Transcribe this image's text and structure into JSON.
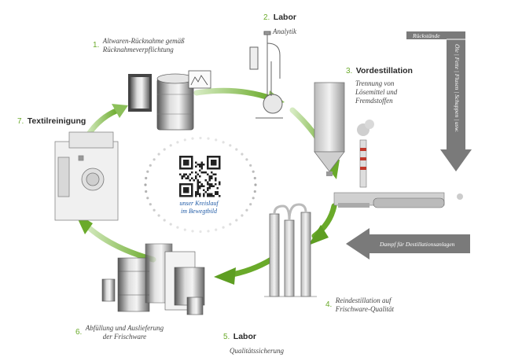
{
  "steps": [
    {
      "number": "1.",
      "title": "",
      "subtitle": "Altwaren-Rücknahme gemäß\nRücknahmeverpflichtung"
    },
    {
      "number": "2.",
      "title": "Labor",
      "subtitle": "Analytik"
    },
    {
      "number": "3.",
      "title": "Vordestillation",
      "subtitle": "Trennung von\nLösemittel und\nFremdstoffen"
    },
    {
      "number": "4.",
      "title": "",
      "subtitle": "Reindestillation auf\nFrischware-Qualität"
    },
    {
      "number": "5.",
      "title": "Labor",
      "subtitle": "Qualitätssicherung"
    },
    {
      "number": "6.",
      "title": "",
      "subtitle": "Abfüllung und Auslieferung\nder Frischware"
    },
    {
      "number": "7.",
      "title": "Textilreinigung",
      "subtitle": ""
    }
  ],
  "qr": {
    "caption": "unser Kreislauf\nim Bewegtbild"
  },
  "residues": {
    "label": "Rückstände",
    "items": [
      "Öle",
      "Fette",
      "Flusen",
      "Schuppen",
      "usw."
    ]
  },
  "steam": {
    "label": "Dampf für Destillationsanlagen"
  },
  "colors": {
    "green": "#6aaa2a",
    "arrow_gray": "#7a7a7a",
    "text_blue": "#1f5aa6"
  }
}
